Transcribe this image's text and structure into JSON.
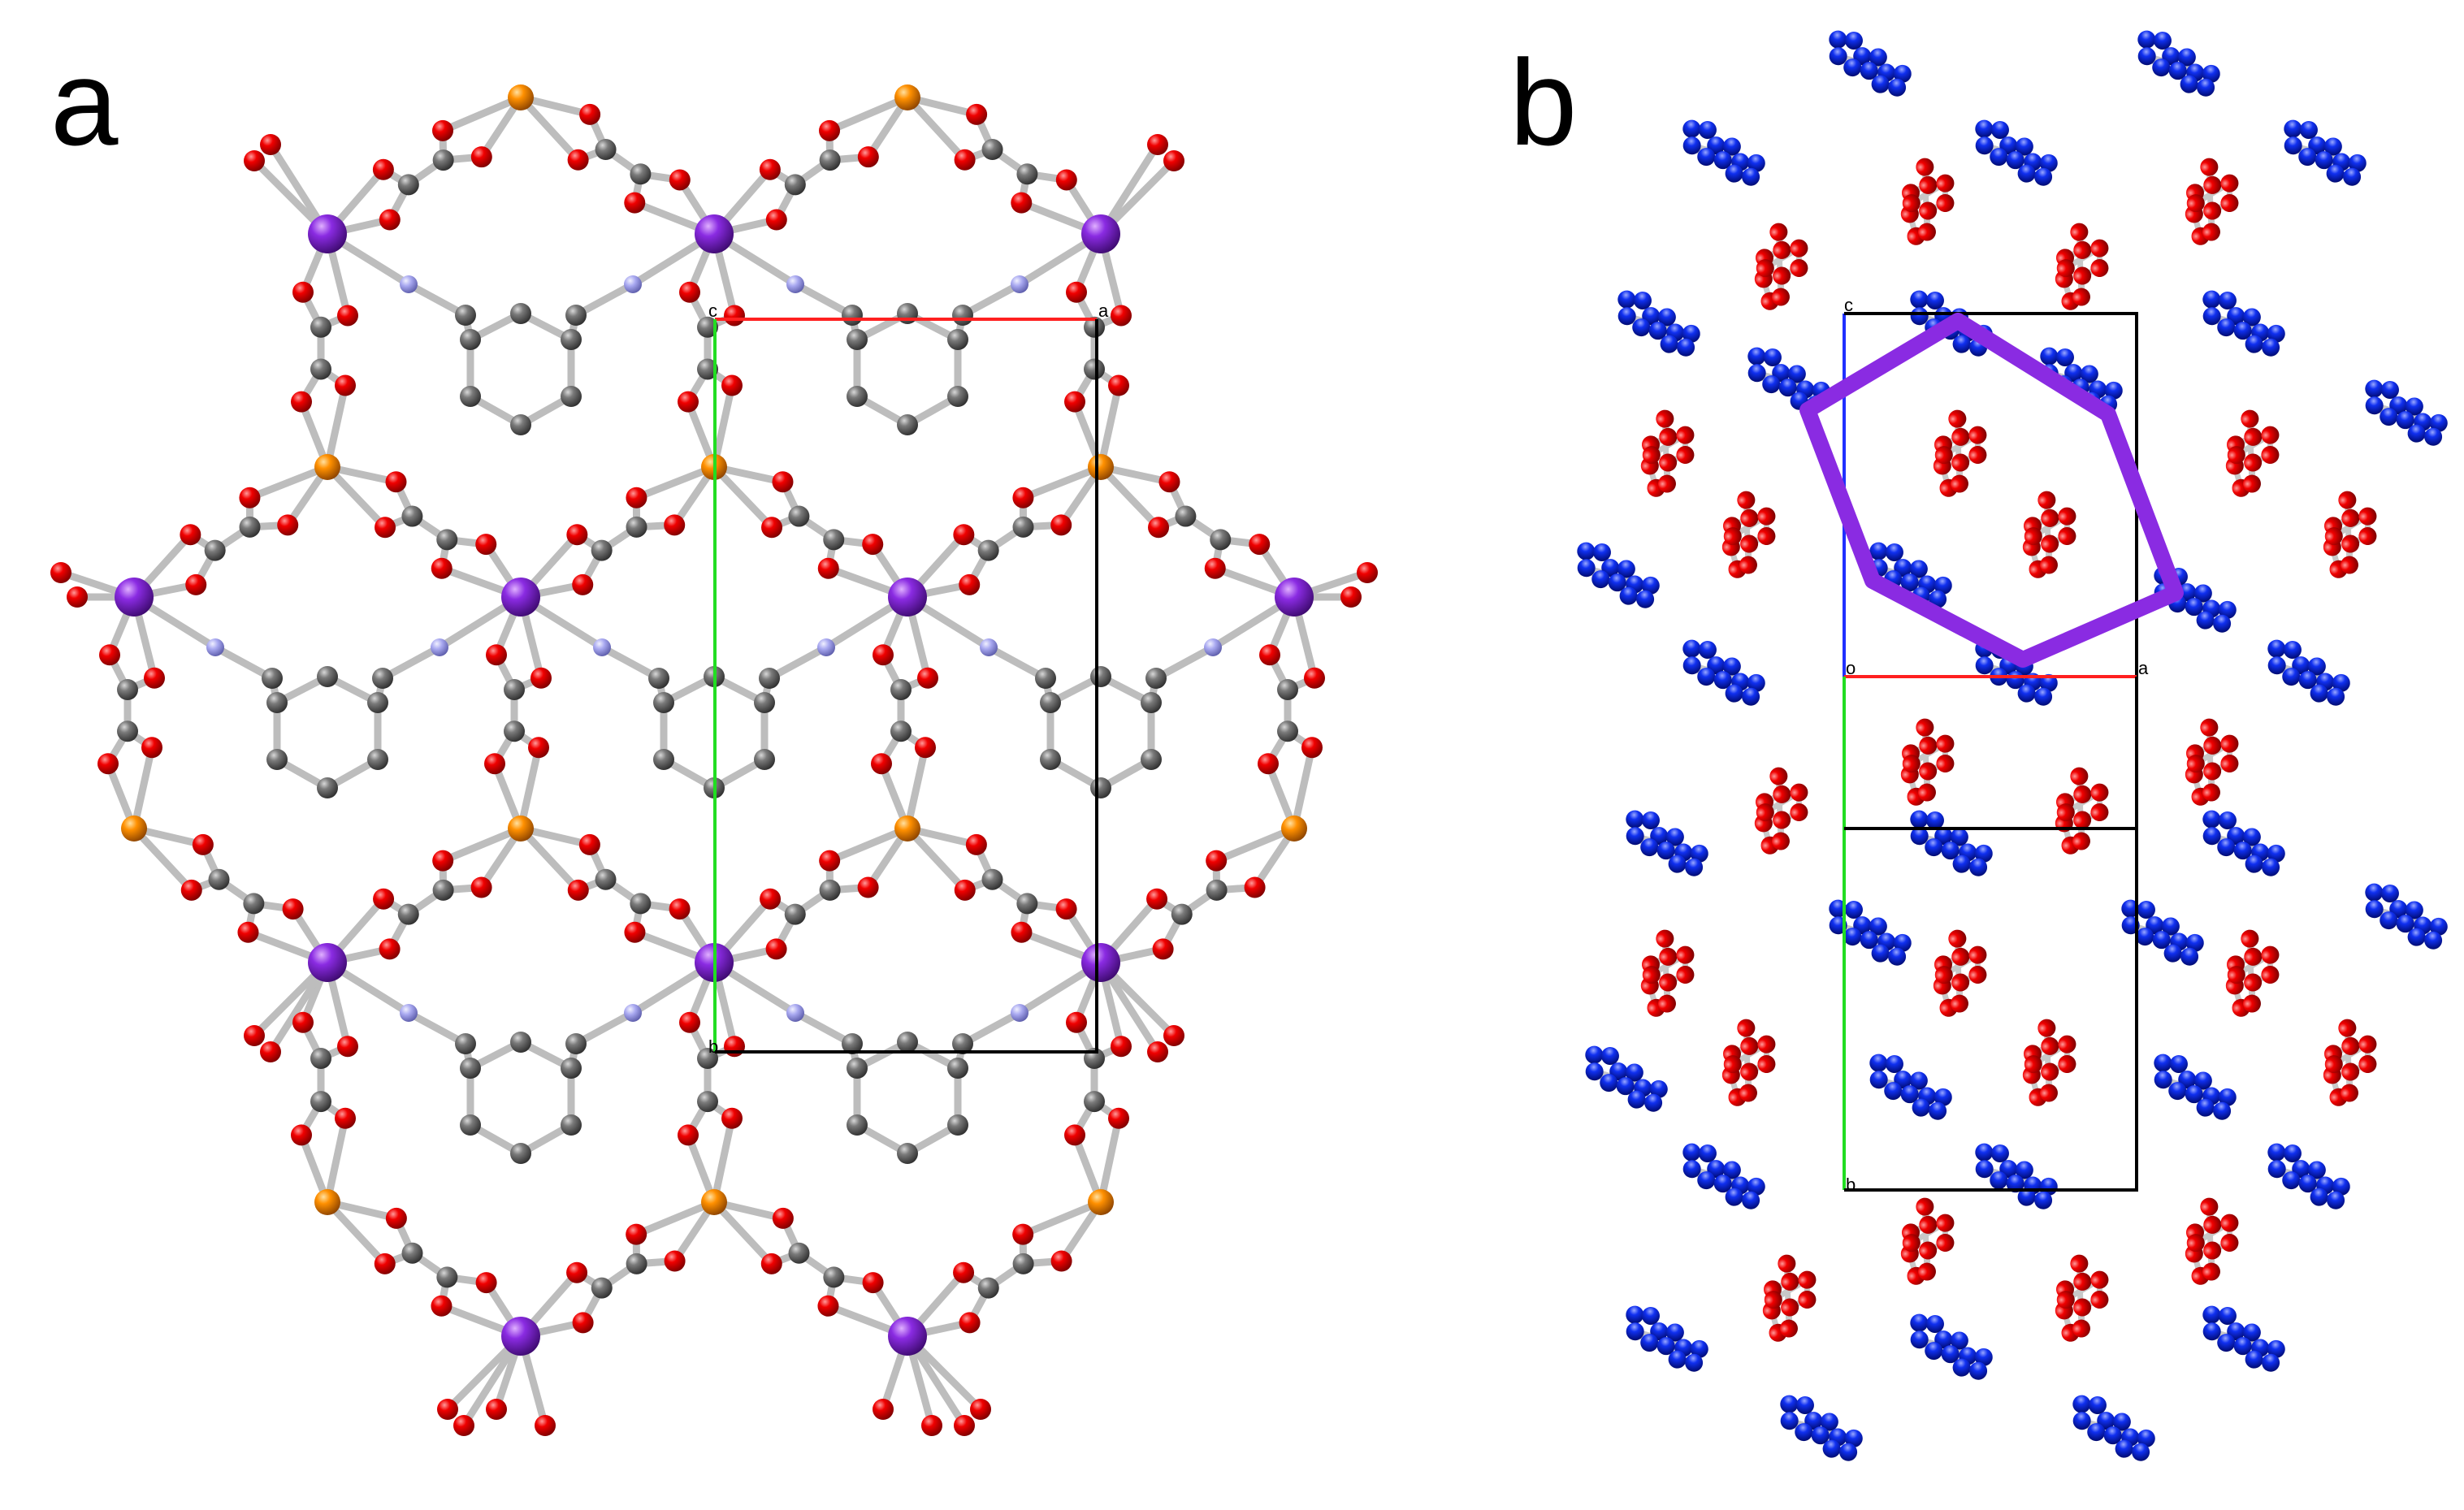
{
  "panels": [
    {
      "label": "a",
      "axis_labels": {
        "c": "c",
        "a": "a",
        "b": "b"
      }
    },
    {
      "label": "b",
      "axis_labels": {
        "c": "c",
        "o": "o",
        "a": "a",
        "b": "b"
      }
    }
  ],
  "colors": {
    "oxygen": "#e00000",
    "carbon": "#707070",
    "nitrogen": "#9c9cf0",
    "metal_purple": "#7b22c2",
    "metal_orange": "#f08a00",
    "bond": "#c8c8c8",
    "cell_a_axis": "#ff2020",
    "cell_b_axis": "#22dd22",
    "cell_c_axis": "#2030ff",
    "cell_edge": "#000000",
    "anion_cluster": "#0a22d8",
    "cation_cluster": "#e00000",
    "hexagon_outline": "#8a2be2"
  }
}
